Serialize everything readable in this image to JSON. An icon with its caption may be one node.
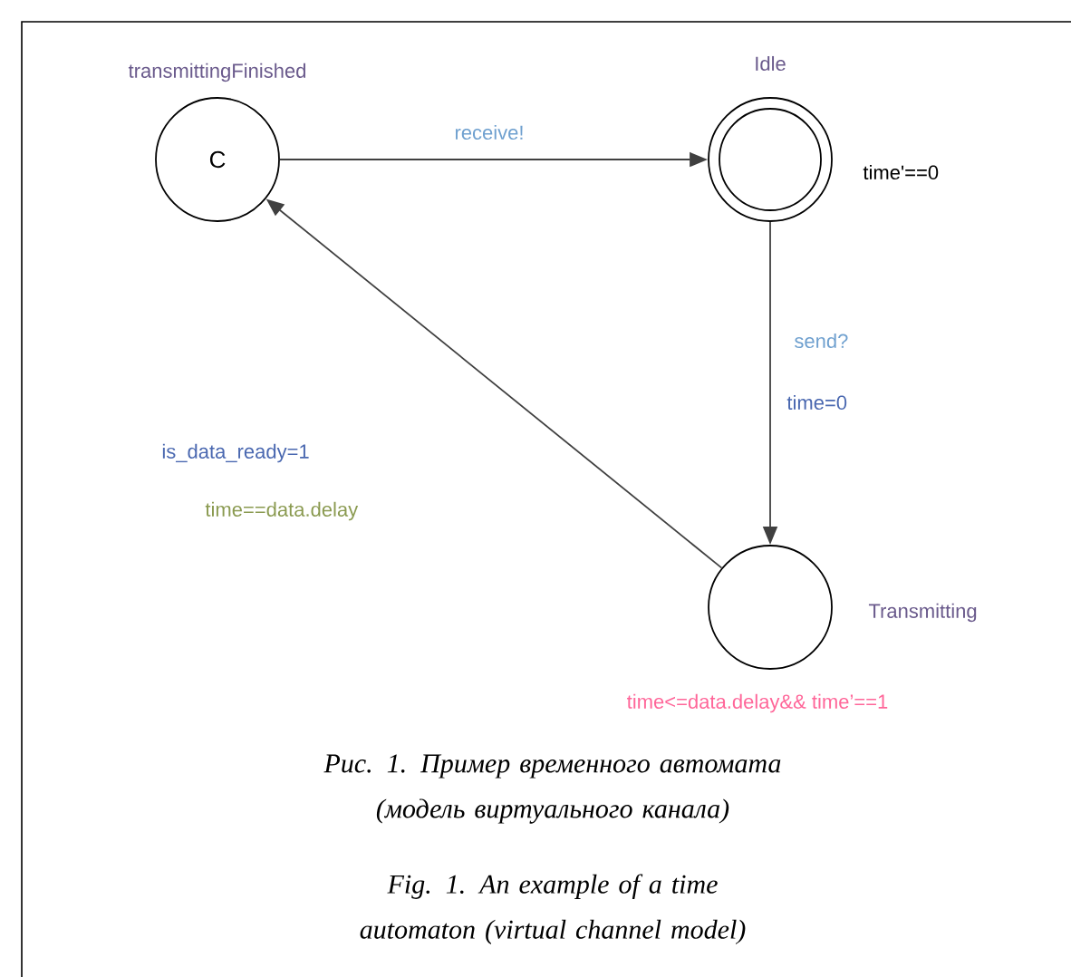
{
  "diagram": {
    "caption": "Рис. 1. Пример временного автомата (модель виртуального канала)",
    "nodes": [
      {
        "text": [
          "transmittingFinished",
          "C"
        ]
      },
      {
        "text": [
          "Idle"
        ],
        "beside": [
          "time'==0"
        ]
      },
      {
        "text": [
          "Transmitting"
        ],
        "beside": [
          "time<=data.delay&& time’==1"
        ]
      }
    ],
    "edges": [
      {
        "from": 0,
        "to": 1,
        "arrow": "to",
        "label": "receive!"
      },
      {
        "from": 1,
        "to": 2,
        "arrow": "to",
        "label": "send?"
      },
      {
        "from": 2,
        "to": 0,
        "arrow": "to"
      }
    ],
    "labels": [
      "time=0",
      "is_data_ready=1",
      "time==data.delay",
      "Fig. 1. An example of a time automaton (virtual channel model)"
    ]
  }
}
